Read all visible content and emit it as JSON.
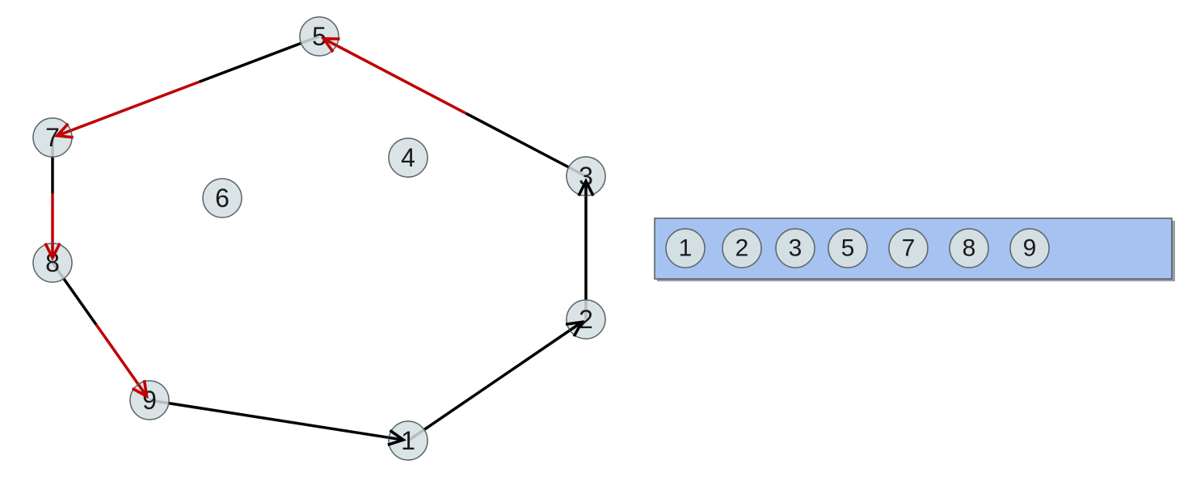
{
  "graph": {
    "nodes": [
      {
        "id": "1",
        "label": "1"
      },
      {
        "id": "2",
        "label": "2"
      },
      {
        "id": "3",
        "label": "3"
      },
      {
        "id": "4",
        "label": "4"
      },
      {
        "id": "5",
        "label": "5"
      },
      {
        "id": "6",
        "label": "6"
      },
      {
        "id": "7",
        "label": "7"
      },
      {
        "id": "8",
        "label": "8"
      },
      {
        "id": "9",
        "label": "9"
      }
    ],
    "edges": [
      {
        "from": "9",
        "to": "1",
        "highlight": false
      },
      {
        "from": "1",
        "to": "2",
        "highlight": false
      },
      {
        "from": "2",
        "to": "3",
        "highlight": false
      },
      {
        "from": "3",
        "to": "5",
        "highlight": true
      },
      {
        "from": "5",
        "to": "7",
        "highlight": true
      },
      {
        "from": "7",
        "to": "8",
        "highlight": true
      },
      {
        "from": "8",
        "to": "9",
        "highlight": true
      }
    ]
  },
  "queue": {
    "items": [
      "1",
      "2",
      "3",
      "5",
      "7",
      "8",
      "9"
    ]
  },
  "colors": {
    "node_fill": "#d3dfe2",
    "edge_default": "#000000",
    "edge_highlight": "#c00000",
    "queue_fill": "#a6c2f0"
  }
}
